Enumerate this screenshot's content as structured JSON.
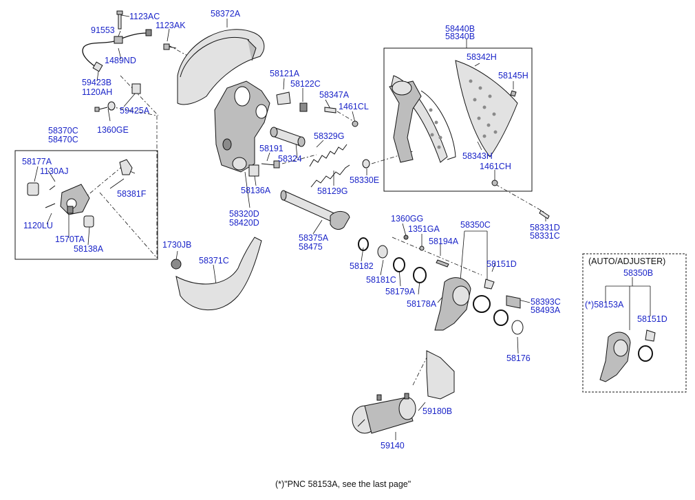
{
  "colors": {
    "part_number": "#1a24c8",
    "line": "#111111",
    "fill_light": "#e2e2e2",
    "fill_mid": "#bdbdbd",
    "fill_dark": "#8a8a8a"
  },
  "labels": {
    "p1123AC": "1123AC",
    "p91553": "91553",
    "p1123AK": "1123AK",
    "p58372A": "58372A",
    "p1489ND": "1489ND",
    "p59423B": "59423B",
    "p1120AH": "1120AH",
    "p59425A": "59425A",
    "p1360GE": "1360GE",
    "p58370C": "58370C",
    "p58470C": "58470C",
    "p58177A": "58177A",
    "p1130AJ": "1130AJ",
    "p58381F": "58381F",
    "p1120LU": "1120LU",
    "p1570TA": "1570TA",
    "p58138A": "58138A",
    "p58121A": "58121A",
    "p58122C": "58122C",
    "p58347A": "58347A",
    "p1461CL": "1461CL",
    "p58329G": "58329G",
    "p58191": "58191",
    "p58324": "58324",
    "p58136A": "58136A",
    "p58129G": "58129G",
    "p58330E": "58330E",
    "p58320D": "58320D",
    "p58420D": "58420D",
    "p58440B": "58440B",
    "p58340B": "58340B",
    "p58342H": "58342H",
    "p58145H": "58145H",
    "p58343H": "58343H",
    "p1461CH": "1461CH",
    "p58331D": "58331D",
    "p58331C": "58331C",
    "p1730JB": "1730JB",
    "p58371C": "58371C",
    "p58375A": "58375A",
    "p58475": "58475",
    "p1360GG": "1360GG",
    "p1351GA": "1351GA",
    "p58350C": "58350C",
    "p58194A": "58194A",
    "p58151D": "58151D",
    "p58182": "58182",
    "p58181C": "58181C",
    "p58179A": "58179A",
    "p58178A": "58178A",
    "p58393C": "58393C",
    "p58493A": "58493A",
    "p58176": "58176",
    "auto_title": "(AUTO/ADJUSTER)",
    "p58350B": "58350B",
    "p58153A": "(*)58153A",
    "p58151D_auto": "58151D",
    "p59180B": "59180B",
    "p59140": "59140"
  },
  "footnote": "(*)\"PNC 58153A, see the last page\""
}
